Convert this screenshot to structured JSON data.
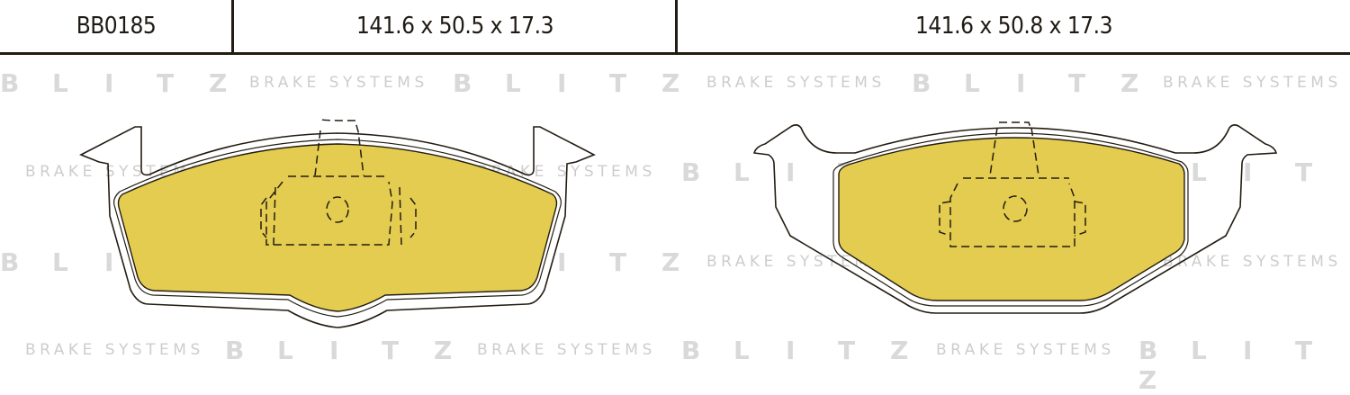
{
  "header": {
    "part_number": "BB0185",
    "dimensions_left": "141.6 x 50.5 x 17.3",
    "dimensions_right": "141.6 x 50.8 x 17.3"
  },
  "watermark": {
    "brand": [
      "B",
      "L",
      "I",
      "T",
      "Z"
    ],
    "tagline": "BRAKE SYSTEMS",
    "color": "#d9d9d9"
  },
  "colors": {
    "pad_fill": "#e3cc4f",
    "outline": "#231c12",
    "background": "#ffffff"
  },
  "pads": [
    {
      "name": "left-brake-pad",
      "dimensions": "141.6 x 50.5 x 17.3"
    },
    {
      "name": "right-brake-pad",
      "dimensions": "141.6 x 50.8 x 17.3"
    }
  ]
}
